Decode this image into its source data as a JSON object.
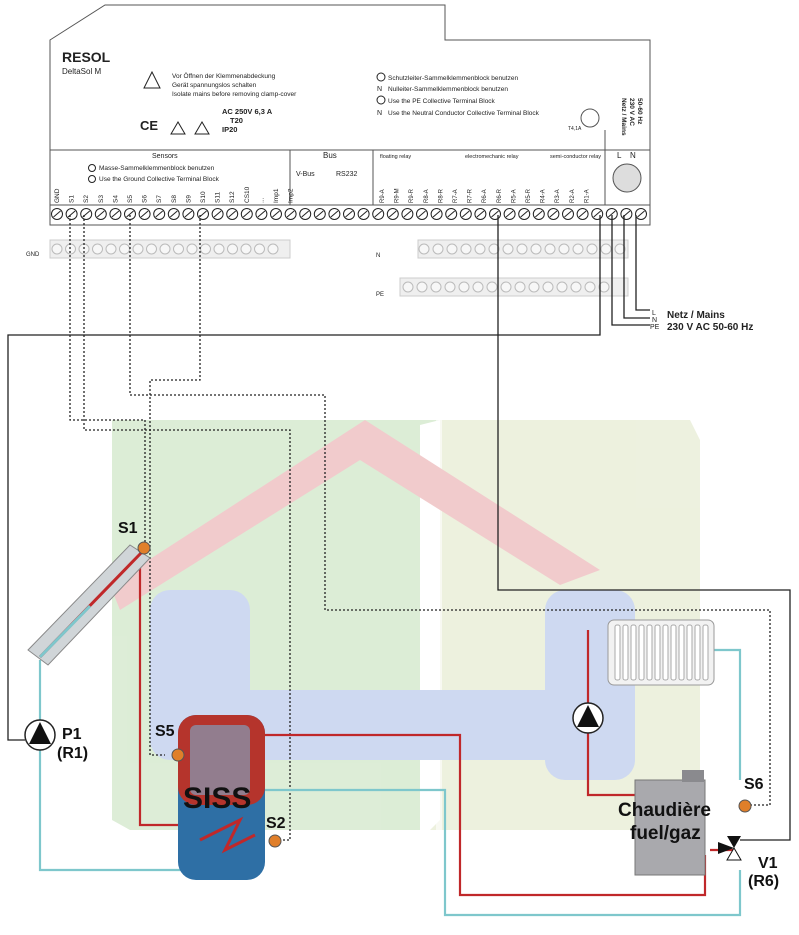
{
  "controller": {
    "brand": "RESOL",
    "model": "DeltaSol M",
    "warning_de_1": "Vor Öffnen der Klemmenabdeckung",
    "warning_de_2": "Gerät spannungslos schalten",
    "warning_en": "Isolate mains before removing clamp-cover",
    "rating": "AC 250V 6,3 A",
    "fuse": "T20",
    "ip": "IP20",
    "ce": "CE",
    "pe_de": "Schutzleiter-Sammelklemmenblock benutzen",
    "n_de": "Nulleiter-Sammelklemmenblock benutzen",
    "pe_en": "Use the PE Collective Terminal Block",
    "n_en": "Use the Neutral Conductor Collective Terminal Block",
    "n_symbol": "N",
    "fuse_small": "T4,1A",
    "mains_label": "Netz / Mains",
    "mains_spec_1": "230 V AC",
    "mains_spec_2": "50-60 Hz",
    "sensors_header": "Sensors",
    "ground_de": "Masse-Sammelklemmenblock benutzen",
    "ground_en": "Use the Ground Collective Terminal Block",
    "bus_header": "Bus",
    "vbus": "V-Bus",
    "rs232": "RS232",
    "floating_relay": "floating relay",
    "electromechanic_relay": "electromechanic relay",
    "semiconductor_relay": "semi-conductor relay",
    "L": "L",
    "N": "N",
    "GND": "GND",
    "PE": "PE",
    "terminals_sensors": [
      "GND",
      "S1",
      "S2",
      "S3",
      "S4",
      "S5",
      "S6",
      "S7",
      "S8",
      "S9",
      "S10",
      "S11",
      "S12",
      "CS10",
      "...",
      "Imp1",
      "Imp2"
    ],
    "terminals_relays": [
      "R9-A",
      "R9-M",
      "R9-R",
      "R8-A",
      "R8-R",
      "R7-A",
      "R7-R",
      "R6-A",
      "R6-R",
      "R5-A",
      "R5-R",
      "R4-A",
      "R3-A",
      "R2-A",
      "R1-A"
    ]
  },
  "mains": {
    "title": "Netz / Mains",
    "spec": "230 V AC 50-60 Hz",
    "L": "L",
    "N": "N",
    "PE": "PE"
  },
  "components": {
    "s1": "S1",
    "s2": "S2",
    "s5": "S5",
    "s6": "S6",
    "p1": "P1",
    "p1_relay": "(R1)",
    "v1": "V1",
    "v1_relay": "(R6)",
    "tank": "SISS",
    "boiler_1": "Chaudière",
    "boiler_2": "fuel/gaz"
  },
  "colors": {
    "hot": "#c0282a",
    "cold": "#7ec7cc",
    "sensor": "#e07f2a",
    "house_left": "#d9ecd2",
    "house_right": "#eaf0dc",
    "roof": "#f0c8c8",
    "chimney": "#c9d4f0"
  }
}
